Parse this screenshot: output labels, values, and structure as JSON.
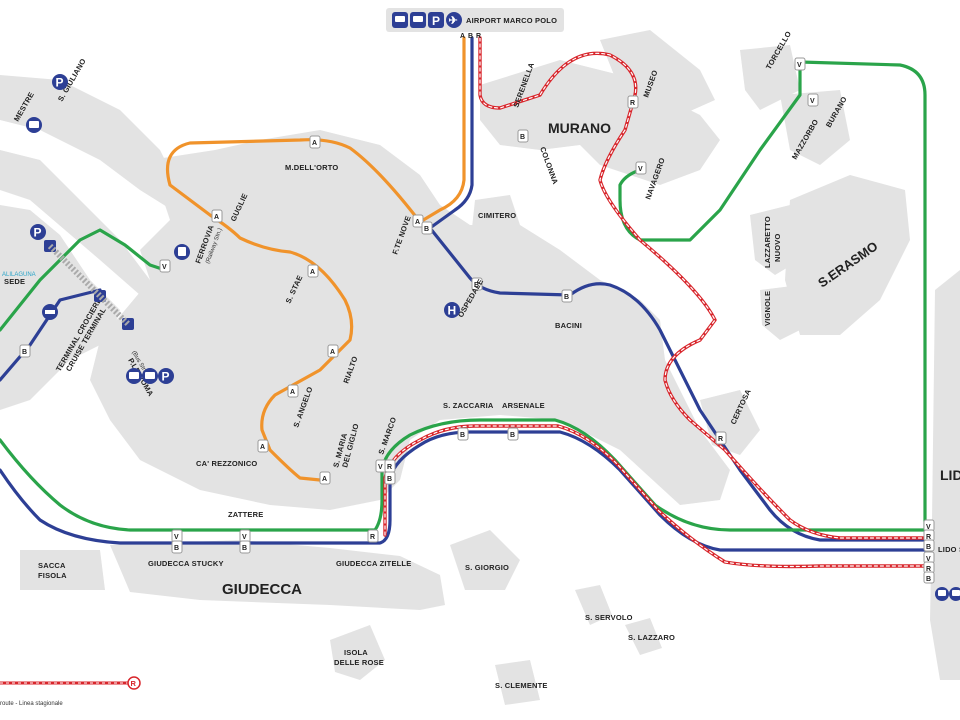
{
  "colors": {
    "orange": "#f0932b",
    "blue": "#2d3f95",
    "green": "#2aa44a",
    "red": "#d8262c",
    "land": "#e3e3e3",
    "icon_blue": "#2d3f95"
  },
  "header": {
    "airport": "AIRPORT MARCO POLO",
    "airport_lines": [
      "A",
      "B",
      "R"
    ],
    "airport_icons": [
      "bus-icon",
      "bus-icon",
      "parking-icon",
      "plane-icon"
    ]
  },
  "islands": {
    "murano": "MURANO",
    "giudecca": "GIUDECCA",
    "serasmo": "S.ERASMO",
    "lido": "LIDO"
  },
  "places": {
    "lazzaretto": [
      "LAZZARETTO",
      "NUOVO"
    ],
    "vignole": "VIGNOLE",
    "cimitero": "CIMITERO",
    "sacca_fisola": [
      "SACCA",
      "FISOLA"
    ],
    "s_giorgio": "S. GIORGIO",
    "s_servolo": "S. SERVOLO",
    "s_lazzaro": "S. LAZZARO",
    "isola_rose": [
      "ISOLA",
      "DELLE ROSE"
    ],
    "s_clemente": "S. CLEMENTE",
    "certosa": "CERTOSA",
    "mestre": "MESTRE",
    "s_giuliano": "S. GIULIANO"
  },
  "stops": {
    "serenella": "SERENELLA",
    "museo": "MUSEO",
    "colonna": "COLONNA",
    "navagero": "NAVAGERO",
    "torcello": "TORCELLO",
    "burano": "BURANO",
    "mazzorbo": "MAZZORBO",
    "m_dellorto": "M.DELL'ORTO",
    "f_te_nove": "F.TE NOVE",
    "ospedale": "OSPEDALE",
    "bacini": "BACINI",
    "guglie": "GUGLIE",
    "ferrovia": "FERROVIA",
    "ferrovia_sub": "(Railway Stn.)",
    "s_stae": "S. STAE",
    "rialto": "RIALTO",
    "s_angelo": "S. ANGELO",
    "ca_rezzonico": "CA' REZZONICO",
    "s_maria_giglio": [
      "S. MARIA",
      "DEL GIGLIO"
    ],
    "s_marco": "S. MARCO",
    "s_zaccaria": "S. ZACCARIA",
    "arsenale": "ARSENALE",
    "zattere": "ZATTERE",
    "giudecca_stucky": "GIUDECCA STUCKY",
    "giudecca_zitelle": "GIUDECCA ZITELLE",
    "lido_s_maria": "LIDO S.M",
    "terminal": [
      "TERMINAL CROCIERE",
      "CRUISE TERMINAL"
    ],
    "p_le_roma": "P.LE ROMA",
    "p_le_roma_sub": "(Bus Stn.)",
    "sede": "SEDE",
    "sede_top": "ALILAGUNA"
  },
  "stop_letters": {
    "a": "A",
    "b": "B",
    "r": "R",
    "v": "V"
  },
  "legend": {
    "text": "route - Linea stagionale",
    "marker": "R"
  }
}
